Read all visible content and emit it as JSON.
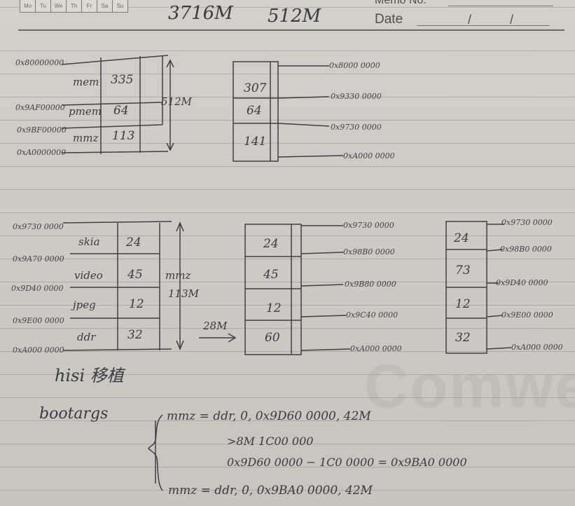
{
  "notebook": {
    "day_labels": [
      "Mo",
      "Tu",
      "We",
      "Th",
      "Fr",
      "Sa",
      "Su"
    ],
    "memo_label": "Memo No.",
    "date_label": "Date",
    "date_separators": [
      "/",
      "/"
    ],
    "watermark": "Comwell"
  },
  "header_note": {
    "total": "3716M",
    "ram": "512M"
  },
  "diagram1": {
    "left_addresses": [
      "0x80000000",
      "0x9AF00000",
      "0x9BF00000",
      "0xA0000000"
    ],
    "rows": [
      {
        "label": "mem",
        "value": "335"
      },
      {
        "label": "pmem",
        "value": "64"
      },
      {
        "label": "mmz",
        "value": "113"
      }
    ],
    "size_label": "512M",
    "right_values": [
      "307",
      "64",
      "141"
    ],
    "right_addresses": [
      "0x8000 0000",
      "0x9330 0000",
      "0x9730 0000",
      "0xA000 0000"
    ]
  },
  "diagram2": {
    "left_addresses": [
      "0x9730 0000",
      "0x9A70 0000",
      "0x9D40 0000",
      "0x9E00 0000",
      "0xA000 0000"
    ],
    "rows": [
      {
        "label": "skia",
        "value": "24"
      },
      {
        "label": "video",
        "value": "45"
      },
      {
        "label": "jpeg",
        "value": "12"
      },
      {
        "label": "ddr",
        "value": "32"
      }
    ],
    "size_label": "mmz",
    "size_value": "113M",
    "arrow_label": "28M",
    "mid_values": [
      "24",
      "45",
      "12",
      "60"
    ],
    "mid_addresses": [
      "0x9730 0000",
      "0x98B0 0000",
      "0x9B80 0000",
      "0x9C40 0000",
      "0xA000 0000"
    ],
    "right_values": [
      "24",
      "73",
      "12",
      "32"
    ],
    "right_addresses": [
      "0x9730 0000",
      "0x98B0 0000",
      "0x9D40 0000",
      "0x9E00 0000",
      "0xA000 0000"
    ]
  },
  "notes": {
    "hisi_title": "hisi 移植",
    "bootargs": "bootargs",
    "line1": "mmz = ddr, 0, 0x9D60 0000, 42M",
    "line2": ">8M  1C00 000",
    "line3": "0x9D60 0000 − 1C0 0000 = 0x9BA0 0000",
    "line4": "mmz = ddr, 0, 0x9BA0 0000, 42M"
  }
}
